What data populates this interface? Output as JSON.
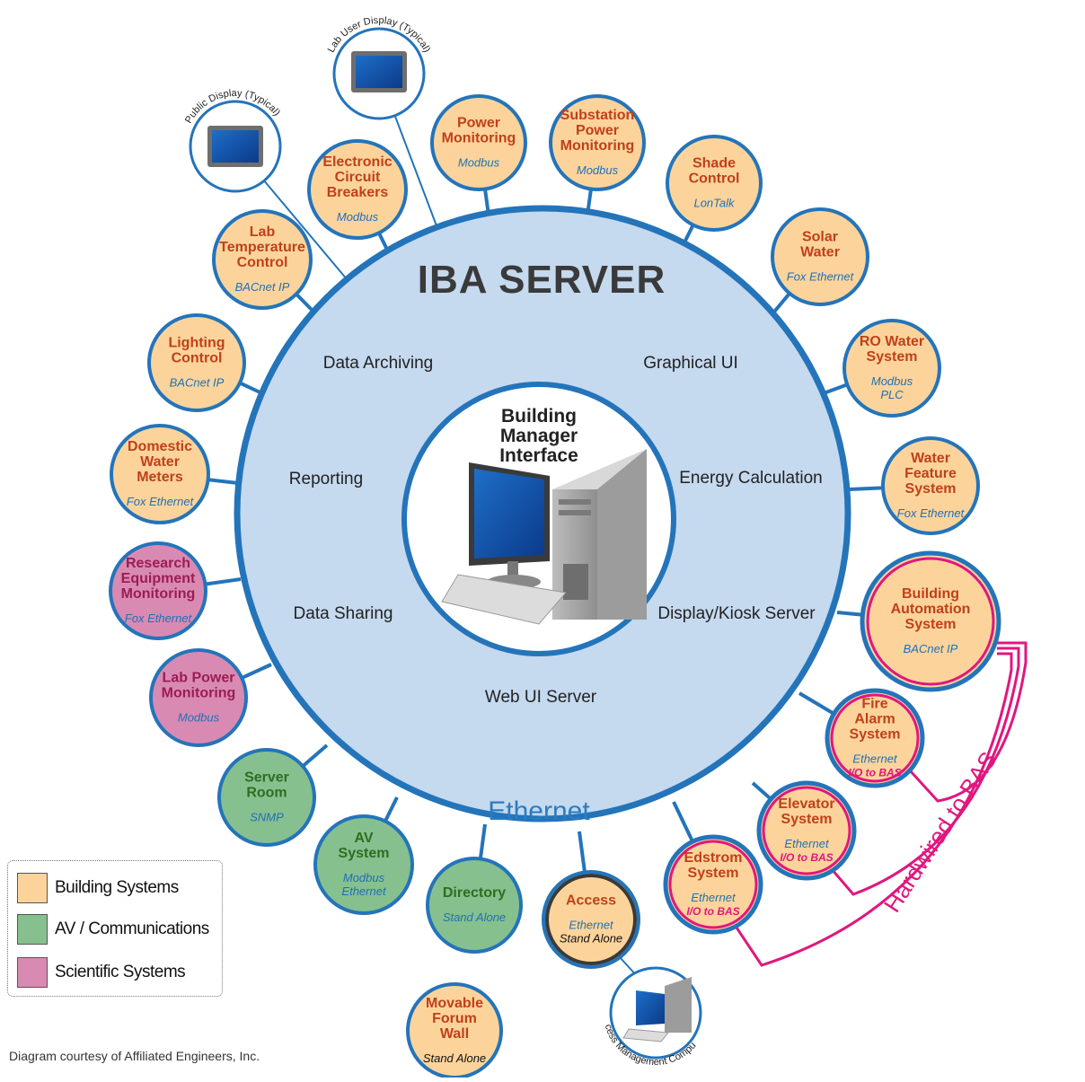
{
  "server": {
    "title": "IBA SERVER",
    "network_label": "Ethernet",
    "services": [
      "Data Archiving",
      "Graphical UI",
      "Reporting",
      "Energy Calculation",
      "Data Sharing",
      "Display/Kiosk Server",
      "Web UI Server"
    ]
  },
  "center": {
    "title_lines": [
      "Building",
      "Manager",
      "Interface"
    ]
  },
  "displays": [
    {
      "label": "Public Display (Typical)"
    },
    {
      "label": "Lab User Display (Typical)"
    }
  ],
  "nodes": [
    {
      "id": "electronic-circuit-breakers",
      "name_lines": [
        "Electronic",
        "Circuit",
        "Breakers"
      ],
      "protocol_lines": [
        "Modbus"
      ],
      "category": "building"
    },
    {
      "id": "power-monitoring",
      "name_lines": [
        "Power",
        "Monitoring"
      ],
      "protocol_lines": [
        "Modbus"
      ],
      "category": "building"
    },
    {
      "id": "substation-power-monitoring",
      "name_lines": [
        "Substation",
        "Power",
        "Monitoring"
      ],
      "protocol_lines": [
        "Modbus"
      ],
      "category": "building"
    },
    {
      "id": "shade-control",
      "name_lines": [
        "Shade",
        "Control"
      ],
      "protocol_lines": [
        "LonTalk"
      ],
      "category": "building"
    },
    {
      "id": "solar-water",
      "name_lines": [
        "Solar",
        "Water"
      ],
      "protocol_lines": [
        "Fox Ethernet"
      ],
      "category": "building"
    },
    {
      "id": "ro-water-system",
      "name_lines": [
        "RO Water",
        "System"
      ],
      "protocol_lines": [
        "Modbus",
        "PLC"
      ],
      "category": "building"
    },
    {
      "id": "water-feature-system",
      "name_lines": [
        "Water",
        "Feature",
        "System"
      ],
      "protocol_lines": [
        "Fox Ethernet"
      ],
      "category": "building"
    },
    {
      "id": "building-automation-system",
      "name_lines": [
        "Building",
        "Automation",
        "System"
      ],
      "protocol_lines": [
        "BACnet IP"
      ],
      "category": "building"
    },
    {
      "id": "fire-alarm-system",
      "name_lines": [
        "Fire",
        "Alarm",
        "System"
      ],
      "protocol_lines": [
        "Ethernet"
      ],
      "extra_lines": [
        "I/O to BAS"
      ],
      "category": "building"
    },
    {
      "id": "elevator-system",
      "name_lines": [
        "Elevator",
        "System"
      ],
      "protocol_lines": [
        "Ethernet"
      ],
      "extra_lines": [
        "I/O to BAS"
      ],
      "category": "building"
    },
    {
      "id": "edstrom-system",
      "name_lines": [
        "Edstrom",
        "System"
      ],
      "protocol_lines": [
        "Ethernet"
      ],
      "extra_lines": [
        "I/O to BAS"
      ],
      "category": "building"
    },
    {
      "id": "access",
      "name_lines": [
        "Access"
      ],
      "protocol_lines": [
        "Ethernet"
      ],
      "standalone_lines": [
        "Stand Alone"
      ],
      "category": "building"
    },
    {
      "id": "directory",
      "name_lines": [
        "Directory"
      ],
      "protocol_lines": [
        "Stand Alone"
      ],
      "category": "av"
    },
    {
      "id": "av-system",
      "name_lines": [
        "AV",
        "System"
      ],
      "protocol_lines": [
        "Modbus",
        "Ethernet"
      ],
      "category": "av"
    },
    {
      "id": "server-room",
      "name_lines": [
        "Server",
        "Room"
      ],
      "protocol_lines": [
        "SNMP"
      ],
      "category": "av"
    },
    {
      "id": "lab-power-monitoring",
      "name_lines": [
        "Lab Power",
        "Monitoring"
      ],
      "protocol_lines": [
        "Modbus"
      ],
      "category": "scientific"
    },
    {
      "id": "research-equipment-monitoring",
      "name_lines": [
        "Research",
        "Equipment",
        "Monitoring"
      ],
      "protocol_lines": [
        "Fox Ethernet"
      ],
      "category": "scientific"
    },
    {
      "id": "domestic-water-meters",
      "name_lines": [
        "Domestic",
        "Water",
        "Meters"
      ],
      "protocol_lines": [
        "Fox Ethernet"
      ],
      "category": "building"
    },
    {
      "id": "lighting-control",
      "name_lines": [
        "Lighting",
        "Control"
      ],
      "protocol_lines": [
        "BACnet IP"
      ],
      "category": "building"
    },
    {
      "id": "lab-temperature-control",
      "name_lines": [
        "Lab",
        "Temperature",
        "Control"
      ],
      "protocol_lines": [
        "BACnet IP"
      ],
      "category": "building"
    },
    {
      "id": "movable-forum-wall",
      "name_lines": [
        "Movable",
        "Forum",
        "Wall"
      ],
      "standalone_lines": [
        "Stand Alone"
      ],
      "category": "building"
    }
  ],
  "access_computer": {
    "label": "Access Management Computer"
  },
  "hardwired_label": "Hardwired to BAS",
  "legend": [
    {
      "label": "Building Systems",
      "color": "#fcd49b"
    },
    {
      "label": "AV / Communications",
      "color": "#86c08f"
    },
    {
      "label": "Scientific Systems",
      "color": "#d98ab3"
    }
  ],
  "credit": "Diagram courtesy of Affiliated Engineers, Inc.",
  "colors": {
    "server_fill": "#c5d9ef",
    "ring_stroke": "#2474ba",
    "building_fill": "#fcd49b",
    "av_fill": "#86c08f",
    "scientific_fill": "#d98ab3",
    "building_text": "#c0401b",
    "av_text": "#2f6d1f",
    "scientific_text": "#9b1d52",
    "protocol_text": "#2070b6",
    "hardwired": "#e0177f"
  }
}
